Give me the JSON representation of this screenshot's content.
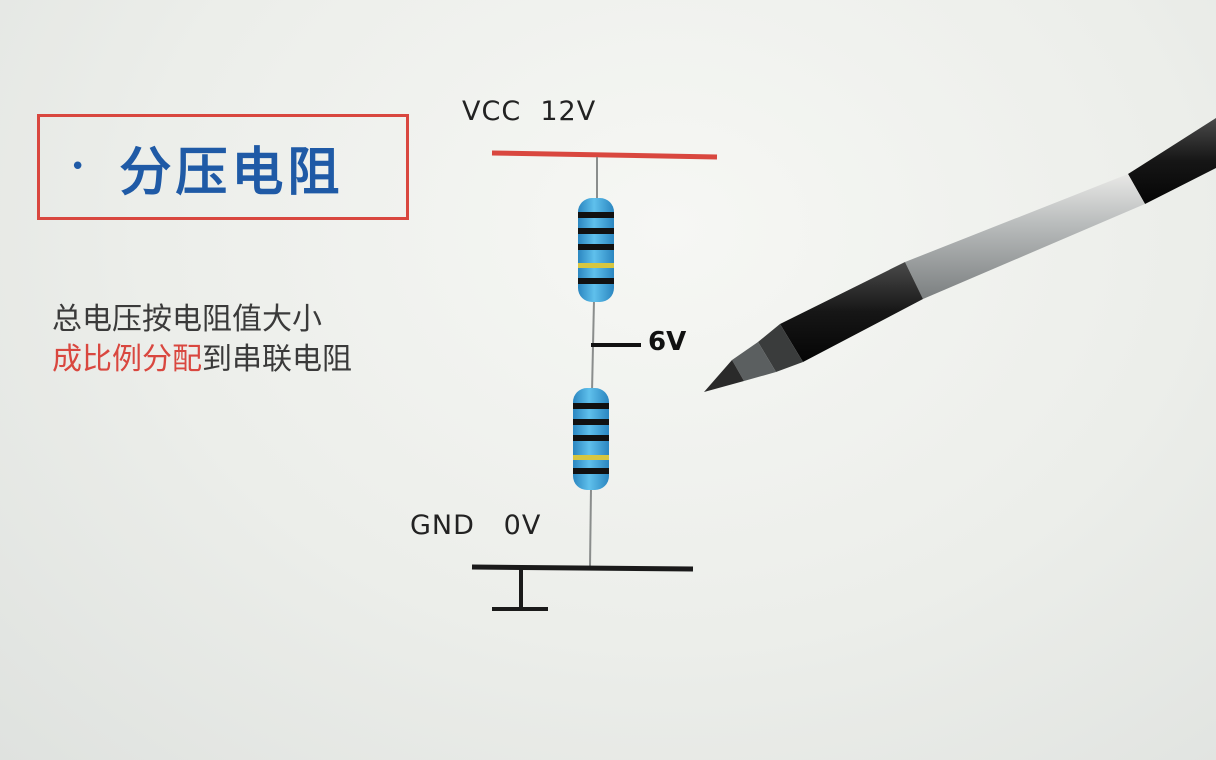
{
  "slide": {
    "title": {
      "bullet": "•",
      "text": "分压电阻"
    },
    "description": {
      "line1": "总电压按电阻值大小",
      "line2_highlight": "成比例分配",
      "line2_rest": "到串联电阻"
    },
    "diagram": {
      "vcc_label": "VCC  12V",
      "gnd_label": "GND   0V",
      "midpoint_label": "6V",
      "colors": {
        "vcc_rail": "#d9473f",
        "gnd_rail": "#1a1a1a",
        "resistor_body": "#3fa6d8",
        "band_dark": "#111111",
        "band_yellow": "#d6c640"
      }
    }
  }
}
